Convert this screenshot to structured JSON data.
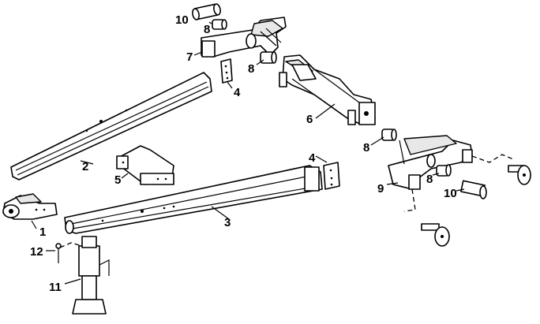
{
  "labels": {
    "p1": "1",
    "p2": "2",
    "p3": "3",
    "p4a": "4",
    "p4b": "4",
    "p5": "5",
    "p6": "6",
    "p7": "7",
    "p8a": "8",
    "p8b": "8",
    "p8c": "8",
    "p8d": "8",
    "p9": "9",
    "p10a": "10",
    "p10b": "10",
    "p11": "11",
    "p12": "12"
  }
}
